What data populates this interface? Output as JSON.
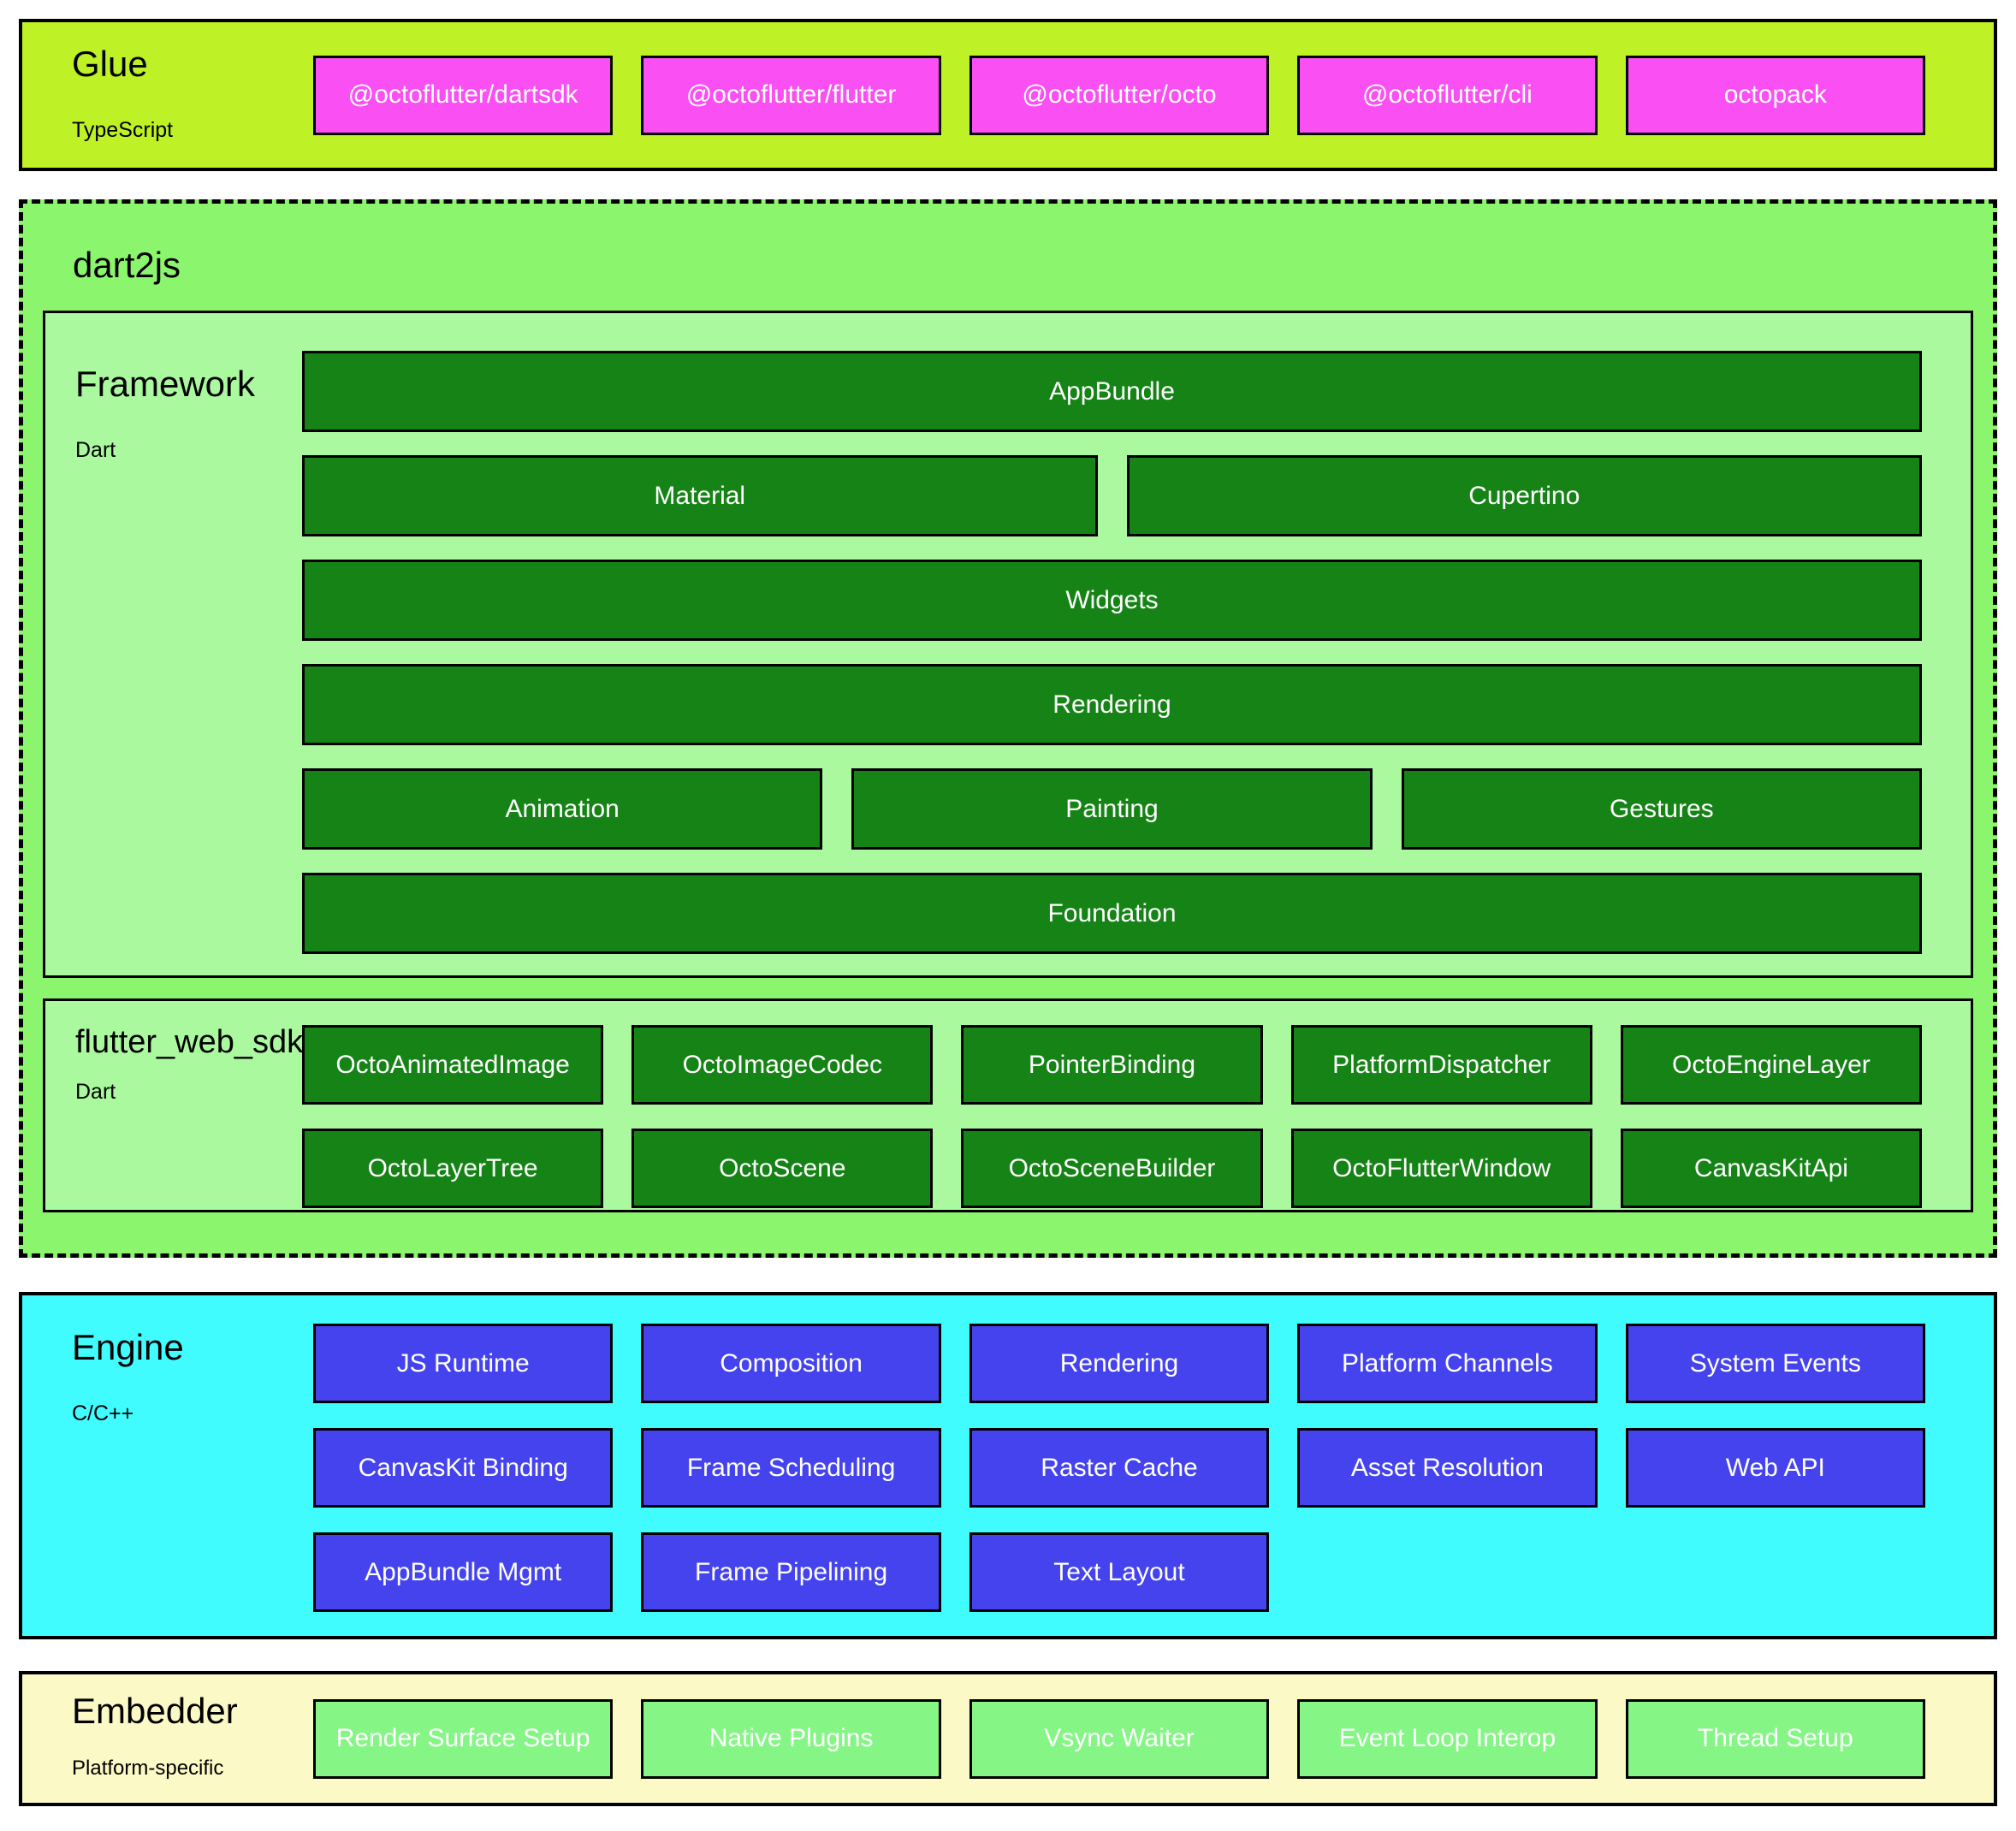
{
  "colors": {
    "glue_bg": "#bef227",
    "glue_box_bg": "#fa4ff2",
    "dart2js_bg": "#8cf56e",
    "panel_bg": "#aaf99e",
    "dark_green_box": "#168316",
    "engine_bg": "#40fcff",
    "engine_box_bg": "#4543ee",
    "embedder_bg": "#fbf9c5",
    "embedder_box_bg": "#85f686",
    "border": "#000000",
    "box_text": "#ffffff",
    "title_text": "#000000"
  },
  "glue": {
    "title": "Glue",
    "subtitle": "TypeScript",
    "boxes": [
      "@octoflutter/dartsdk",
      "@octoflutter/flutter",
      "@octoflutter/octo",
      "@octoflutter/cli",
      "octopack"
    ]
  },
  "dart2js": {
    "title": "dart2js"
  },
  "framework": {
    "title": "Framework",
    "subtitle": "Dart",
    "rows": [
      [
        "AppBundle"
      ],
      [
        "Material",
        "Cupertino"
      ],
      [
        "Widgets"
      ],
      [
        "Rendering"
      ],
      [
        "Animation",
        "Painting",
        "Gestures"
      ],
      [
        "Foundation"
      ]
    ]
  },
  "flutter_web_sdk": {
    "title": "flutter_web_sdk",
    "subtitle": "Dart",
    "rows": [
      [
        "OctoAnimatedImage",
        "OctoImageCodec",
        "PointerBinding",
        "PlatformDispatcher",
        "OctoEngineLayer"
      ],
      [
        "OctoLayerTree",
        "OctoScene",
        "OctoSceneBuilder",
        "OctoFlutterWindow",
        "CanvasKitApi"
      ]
    ]
  },
  "engine": {
    "title": "Engine",
    "subtitle": "C/C++",
    "rows": [
      [
        "JS Runtime",
        "Composition",
        "Rendering",
        "Platform Channels",
        "System Events"
      ],
      [
        "CanvasKit Binding",
        "Frame Scheduling",
        "Raster Cache",
        "Asset Resolution",
        "Web API"
      ],
      [
        "AppBundle Mgmt",
        "Frame Pipelining",
        "Text Layout"
      ]
    ]
  },
  "embedder": {
    "title": "Embedder",
    "subtitle": "Platform-specific",
    "boxes": [
      "Render Surface Setup",
      "Native Plugins",
      "Vsync Waiter",
      "Event Loop Interop",
      "Thread Setup"
    ]
  }
}
